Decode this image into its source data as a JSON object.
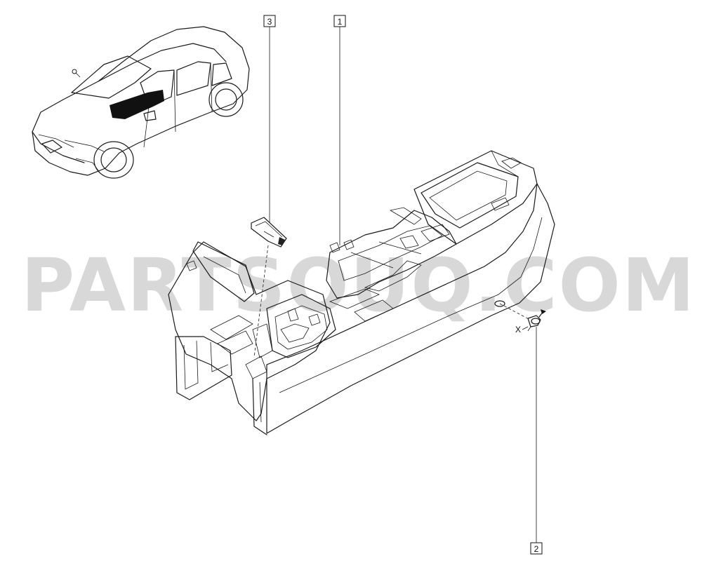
{
  "watermark": "PARTSOUQ.COM",
  "callouts": {
    "c1": "1",
    "c2": "2",
    "c3": "3"
  },
  "fastener_mark": "X",
  "colors": {
    "line": "#1a1a1a",
    "watermark": "#d8d8d8",
    "highlight": "#111111"
  },
  "icons": {
    "vehicle": "vehicle-locator-icon",
    "console": "center-console-part",
    "clip": "clip-part",
    "insert": "insert-part"
  }
}
